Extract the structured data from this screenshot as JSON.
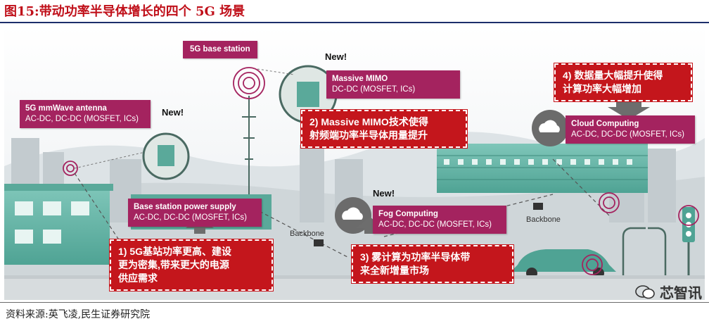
{
  "figure": {
    "title": "图15:带动功率半导体增长的四个 5G 场景",
    "source": "资料来源:英飞凌,民生证券研究院",
    "watermark": "芯智讯"
  },
  "colors": {
    "title_red": "#c0101a",
    "plum": "#a4235f",
    "red_box": "#c4161c",
    "rule_blue": "#1d2f6b"
  },
  "labels": {
    "bs_title": "5G base station",
    "mmwave": {
      "title": "5G mmWave antenna",
      "sub": "AC-DC, DC-DC (MOSFET, ICs)"
    },
    "mimo": {
      "title": "Massive MIMO",
      "sub": "DC-DC (MOSFET, ICs)"
    },
    "power": {
      "title": "Base station power supply",
      "sub": "AC-DC, DC-DC (MOSFET, ICs)"
    },
    "fog": {
      "title": "Fog Computing",
      "sub": "AC-DC, DC-DC (MOSFET, ICs)"
    },
    "cloud": {
      "title": "Cloud Computing",
      "sub": "AC-DC, DC-DC (MOSFET, ICs)"
    },
    "new": "New!",
    "backbone": "Backbone"
  },
  "scenarios": [
    {
      "id": 1,
      "line1": "1)  5G基站功率更高、建设",
      "line2": "更为密集,带来更大的电源",
      "line3": "供应需求"
    },
    {
      "id": 2,
      "line1": "2)  Massive MIMO技术使得",
      "line2": "射频端功率半导体用量提升"
    },
    {
      "id": 3,
      "line1": "3)  雾计算为功率半导体带",
      "line2": "来全新增量市场"
    },
    {
      "id": 4,
      "line1": "4)  数据量大幅提升使得",
      "line2": "计算功率大幅增加"
    }
  ]
}
